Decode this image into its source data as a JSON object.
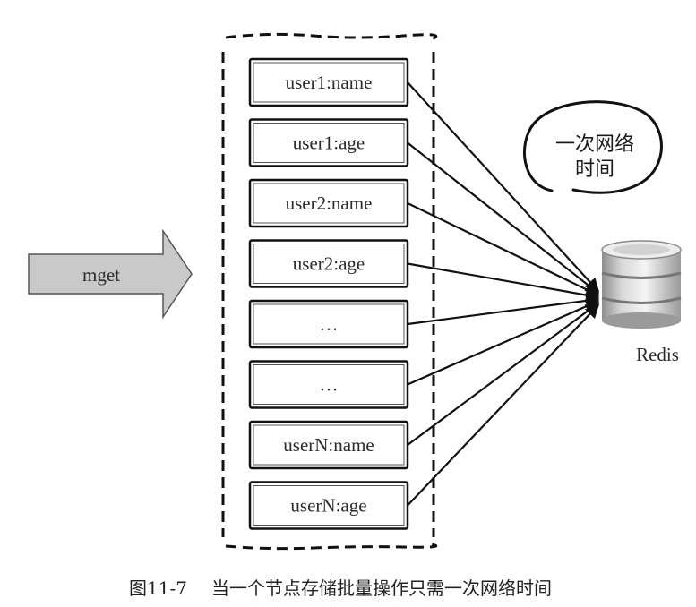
{
  "command": {
    "label": "mget"
  },
  "keys": [
    "user1:name",
    "user1:age",
    "user2:name",
    "user2:age",
    "…",
    "…",
    "userN:name",
    "userN:age"
  ],
  "server": {
    "label": "Redis"
  },
  "note": {
    "line1": "一次网络",
    "line2": "时间"
  },
  "caption": {
    "number": "图11-7",
    "text": "当一个节点存储批量操作只需一次网络时间"
  }
}
